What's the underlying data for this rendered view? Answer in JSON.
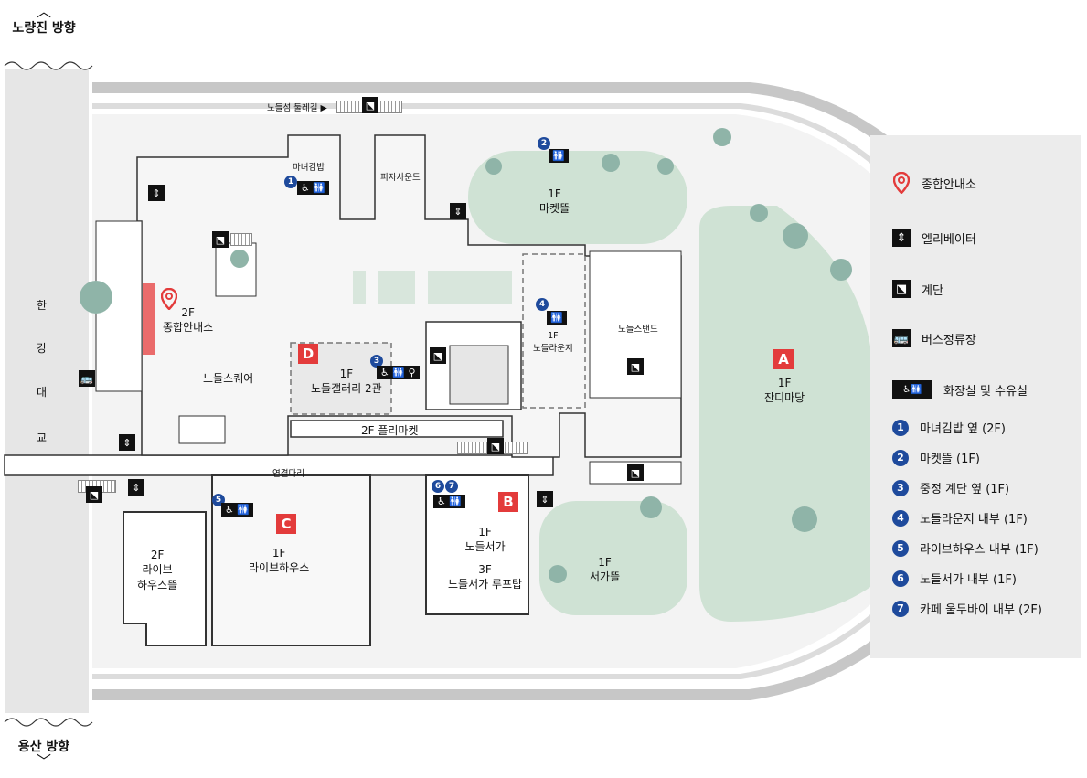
{
  "directions": {
    "north": "노량진 방향",
    "south": "용산 방향"
  },
  "bridge": {
    "chars": [
      "한",
      "강",
      "대",
      "교"
    ]
  },
  "map": {
    "walkway": "노들섬 둘레길 ▶",
    "connector": "연결다리",
    "shops": {
      "kimbap": "마녀김밥",
      "pizza": "피자사운드"
    },
    "info_center": {
      "floor": "2F",
      "name": "종합안내소"
    },
    "square": "노들스퀘어",
    "zones": {
      "A": {
        "letter": "A",
        "floor": "1F",
        "name": "잔디마당"
      },
      "B": {
        "letter": "B",
        "floor1": "1F",
        "name1": "노들서가",
        "floor2": "3F",
        "name2": "노들서가 루프탑"
      },
      "C": {
        "letter": "C",
        "floor": "1F",
        "name": "라이브하우스"
      },
      "D": {
        "letter": "D",
        "floor": "1F",
        "name": "노들갤러리 2관"
      }
    },
    "market_garden": {
      "floor": "1F",
      "name": "마켓뜰"
    },
    "book_garden": {
      "floor": "1F",
      "name": "서가뜰"
    },
    "flea_market": "2F 플리마켓",
    "live_house_garden": {
      "floor": "2F",
      "line1": "라이브",
      "line2": "하우스뜰"
    },
    "lounge": {
      "floor": "1F",
      "name": "노들라운지"
    },
    "stand": "노들스탠드",
    "badges": {
      "b1": "1",
      "b2": "2",
      "b3": "3",
      "b4": "4",
      "b5": "5",
      "b6": "6",
      "b7": "7"
    }
  },
  "legend": {
    "info": "종합안내소",
    "elevator": "엘리베이터",
    "stairs": "계단",
    "bus": "버스정류장",
    "restroom": "화장실 및 수유실",
    "numbered": [
      {
        "num": "1",
        "text": "마녀김밥 옆 (2F)"
      },
      {
        "num": "2",
        "text": "마켓뜰 (1F)"
      },
      {
        "num": "3",
        "text": "중정 계단 옆 (1F)"
      },
      {
        "num": "4",
        "text": "노들라운지 내부 (1F)"
      },
      {
        "num": "5",
        "text": "라이브하우스 내부 (1F)"
      },
      {
        "num": "6",
        "text": "노들서가 내부 (1F)"
      },
      {
        "num": "7",
        "text": "카페 울두바이 내부 (2F)"
      }
    ]
  },
  "colors": {
    "accent": "#e33b3b",
    "badge": "#1e4a9c",
    "green": "#cfe2d4",
    "road": "#c8c8c8"
  }
}
